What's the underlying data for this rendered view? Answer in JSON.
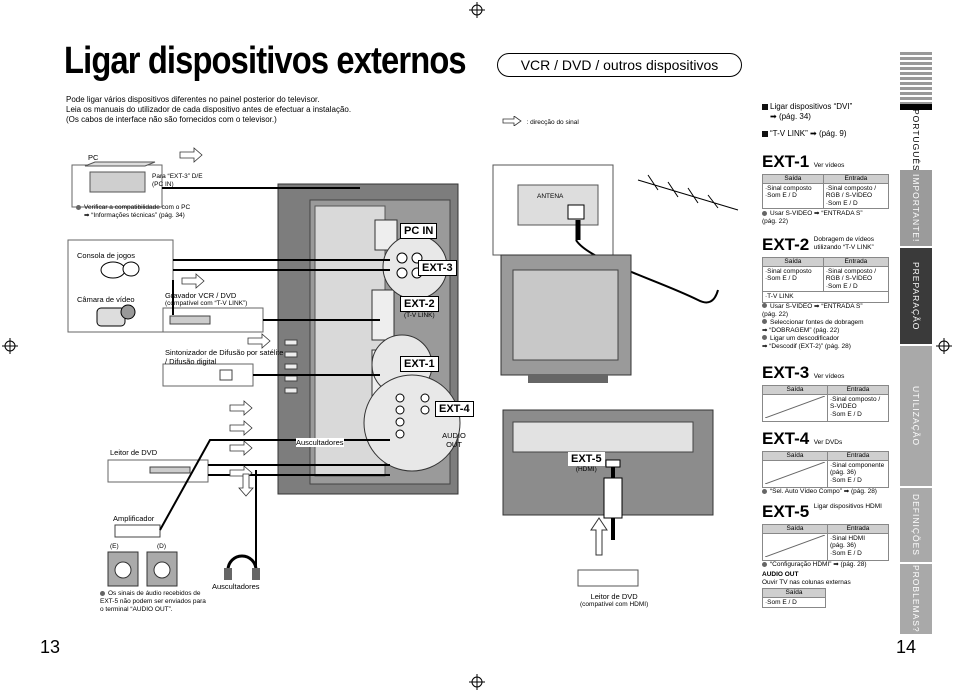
{
  "title": "Ligar dispositivos externos",
  "section_pill": "VCR / DVD / outros dispositivos",
  "intro": [
    "Pode ligar vários dispositivos diferentes no painel posterior do televisor.",
    "Leia os manuais do utilizador de cada dispositivo antes de efectuar a instalação.",
    "(Os cabos de interface não são fornecidos com o televisor.)"
  ],
  "legend_signal": ": direcção do sinal",
  "notes_top": {
    "dvi": "Ligar dispositivos “DVI”",
    "dvi_page": "(pág. 34)",
    "tvlink": "“T-V LINK”",
    "tvlink_page": "(pág. 9)"
  },
  "left_diagram": {
    "pc": "PC",
    "pc_cable": "Para “EXT-3” D/E",
    "pc_cable2": "(PC IN)",
    "pc_note1": "Verificar a compatibilidade com o PC",
    "pc_note2": "“Informações técnicas” (pág. 34)",
    "console": "Consola de jogos",
    "camera": "Câmara de vídeo",
    "vcr": "Gravador VCR / DVD",
    "vcr_sub": "(compatível com “T-V LINK”)",
    "sat": "Sintonizador de Difusão por satélite / Difusão digital",
    "dvd": "Leitor de DVD",
    "amp": "Amplificador",
    "spk_left": "(E)",
    "spk_right": "(D)",
    "amp_note": "Os sinais de áudio recebidos de EXT-5 não podem ser enviados para o terminal “AUDIO OUT”.",
    "headphones": "Auscultadores",
    "headphone_port": "Auscultadores",
    "pcin": "PC IN",
    "ext3": "EXT-3",
    "ext2": "EXT-2",
    "ext2_sub": "(T-V LINK)",
    "ext1": "EXT-1",
    "ext4": "EXT-4",
    "audio_out": "AUDIO OUT"
  },
  "right_diagram": {
    "antenna": "ANTENA",
    "ext5": "EXT-5",
    "ext5_sub": "(HDMI)",
    "dvd": "Leitor de DVD",
    "dvd_sub": "(compatível com HDMI)"
  },
  "ext_tables": [
    {
      "name": "EXT-1",
      "desc": "Ver vídeos",
      "out": "Saída",
      "in": "Entrada",
      "rows": [
        [
          "·Sinal composto\n·Som E / D",
          "·Sinal composto /\nRGB / S-VIDEO\n·Som E / D"
        ]
      ],
      "notes": [
        "Usar S-VIDEO ➡ “ENTRADA S”\n(pág. 22)"
      ]
    },
    {
      "name": "EXT-2",
      "desc": "Dobragem de vídeos utilizando “T-V LINK”",
      "out": "Saída",
      "in": "Entrada",
      "rows": [
        [
          "·Sinal composto\n·Som E / D",
          "·Sinal composto /\nRGB / S-VIDEO\n·Som E / D"
        ],
        [
          "·T-V LINK",
          ""
        ]
      ],
      "notes": [
        "Usar S-VIDEO ➡ “ENTRADA S”\n(pág. 22)",
        "Seleccionar fontes de dobragem\n➡ “DOBRAGEM” (pág. 22)",
        "Ligar um descodificador\n➡ “Descodif (EXT-2)” (pág. 28)"
      ]
    },
    {
      "name": "EXT-3",
      "desc": "Ver vídeos",
      "out": "Saída",
      "in": "Entrada",
      "rows": [
        [
          "",
          "·Sinal composto /\nS-VIDEO\n·Som E / D"
        ]
      ],
      "notes": []
    },
    {
      "name": "EXT-4",
      "desc": "Ver DVDs",
      "out": "Saída",
      "in": "Entrada",
      "rows": [
        [
          "",
          "·Sinal componente\n(pág. 36)\n·Som E / D"
        ]
      ],
      "notes": [
        "“Sel. Auto Vídeo Compo” ➡ (pág. 28)"
      ]
    },
    {
      "name": "EXT-5",
      "desc": "Ligar dispositivos HDMI",
      "out": "Saída",
      "in": "Entrada",
      "rows": [
        [
          "",
          "·Sinal HDMI\n(pág. 36)\n·Som E / D"
        ]
      ],
      "notes": [
        "“Configuração HDMI” ➡ (pág. 28)"
      ]
    }
  ],
  "audio_out": {
    "title": "AUDIO OUT",
    "desc": "Ouvir TV nas colunas externas",
    "out": "Saída",
    "row": "·Som E / D"
  },
  "side_tabs": [
    "PORTUGUÊS",
    "IMPORTANTE!",
    "PREPARAÇÃO",
    "UTILIZAÇÃO",
    "DEFINIÇÕES",
    "PROBLEMAS?"
  ],
  "page_left": "13",
  "page_right": "14"
}
